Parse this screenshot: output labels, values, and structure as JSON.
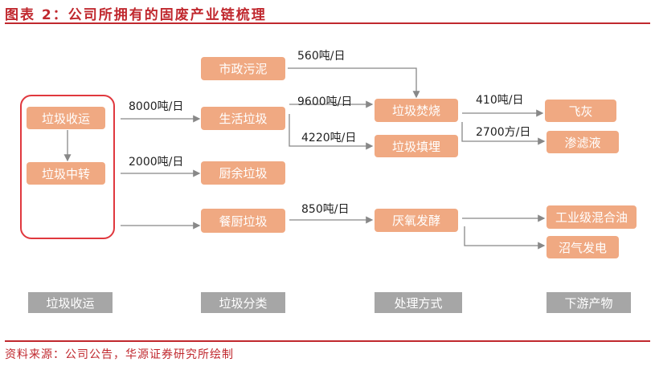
{
  "title": "图表 2：公司所拥有的固废产业链梳理",
  "nodes": {
    "collect": "垃圾收运",
    "transfer": "垃圾中转",
    "sludge": "市政污泥",
    "domestic": "生活垃圾",
    "kitchen": "厨余垃圾",
    "restaurant": "餐厨垃圾",
    "incinerate": "垃圾焚烧",
    "landfill": "垃圾填埋",
    "anaerobic": "厌氧发酵",
    "flyash": "飞灰",
    "leachate": "渗滤液",
    "oil": "工业级混合油",
    "biogas": "沼气发电"
  },
  "flows": {
    "sludge": "560吨/日",
    "domestic": "8000吨/日",
    "kitchen": "2000吨/日",
    "incinerate": "9600吨/日",
    "landfill": "4220吨/日",
    "anaerobic": "850吨/日",
    "flyash": "410吨/日",
    "leachate": "2700方/日"
  },
  "categories": [
    "垃圾收运",
    "垃圾分类",
    "处理方式",
    "下游产物"
  ],
  "source": "资料来源：公司公告，华源证券研究所绘制",
  "colors": {
    "accent": "#C0282E",
    "box": "#F0A982",
    "category": "#A6A6A6"
  }
}
